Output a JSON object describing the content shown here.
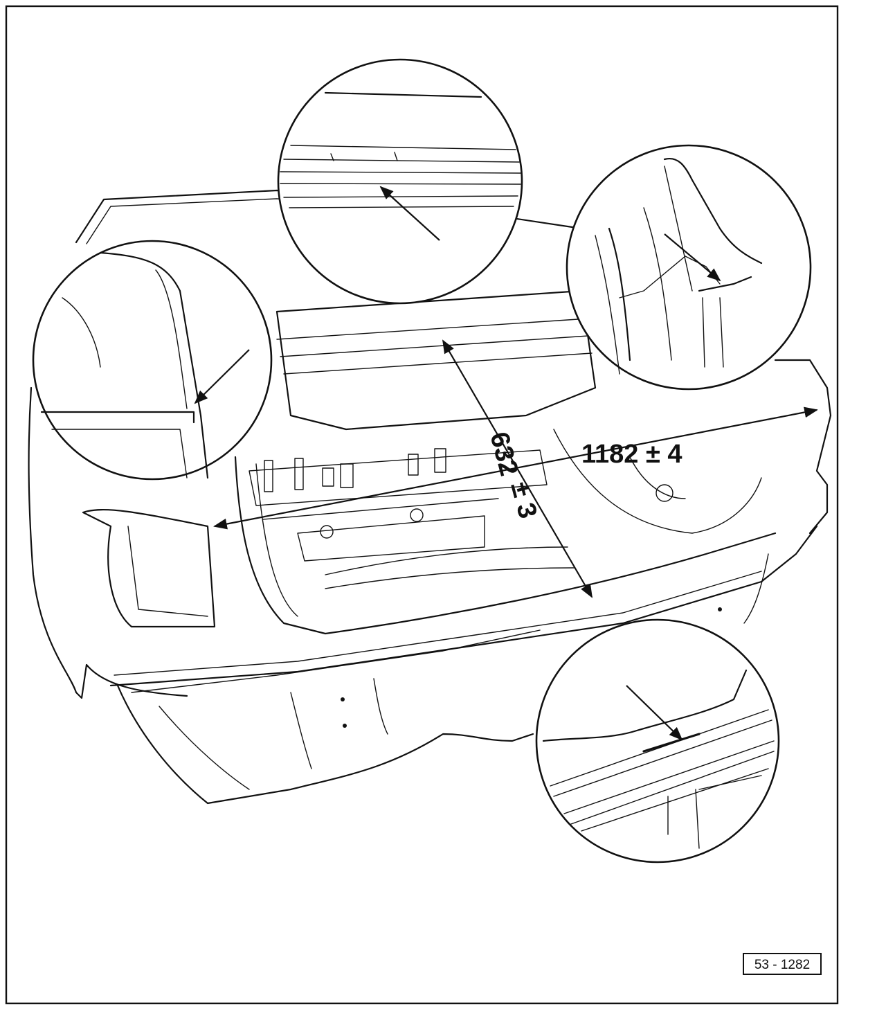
{
  "figure": {
    "reference_code": "53 - 1282",
    "dimensions": {
      "width_label": "1182 ± 4",
      "diagonal_value": "632",
      "diagonal_tolerance": "± 3"
    }
  }
}
